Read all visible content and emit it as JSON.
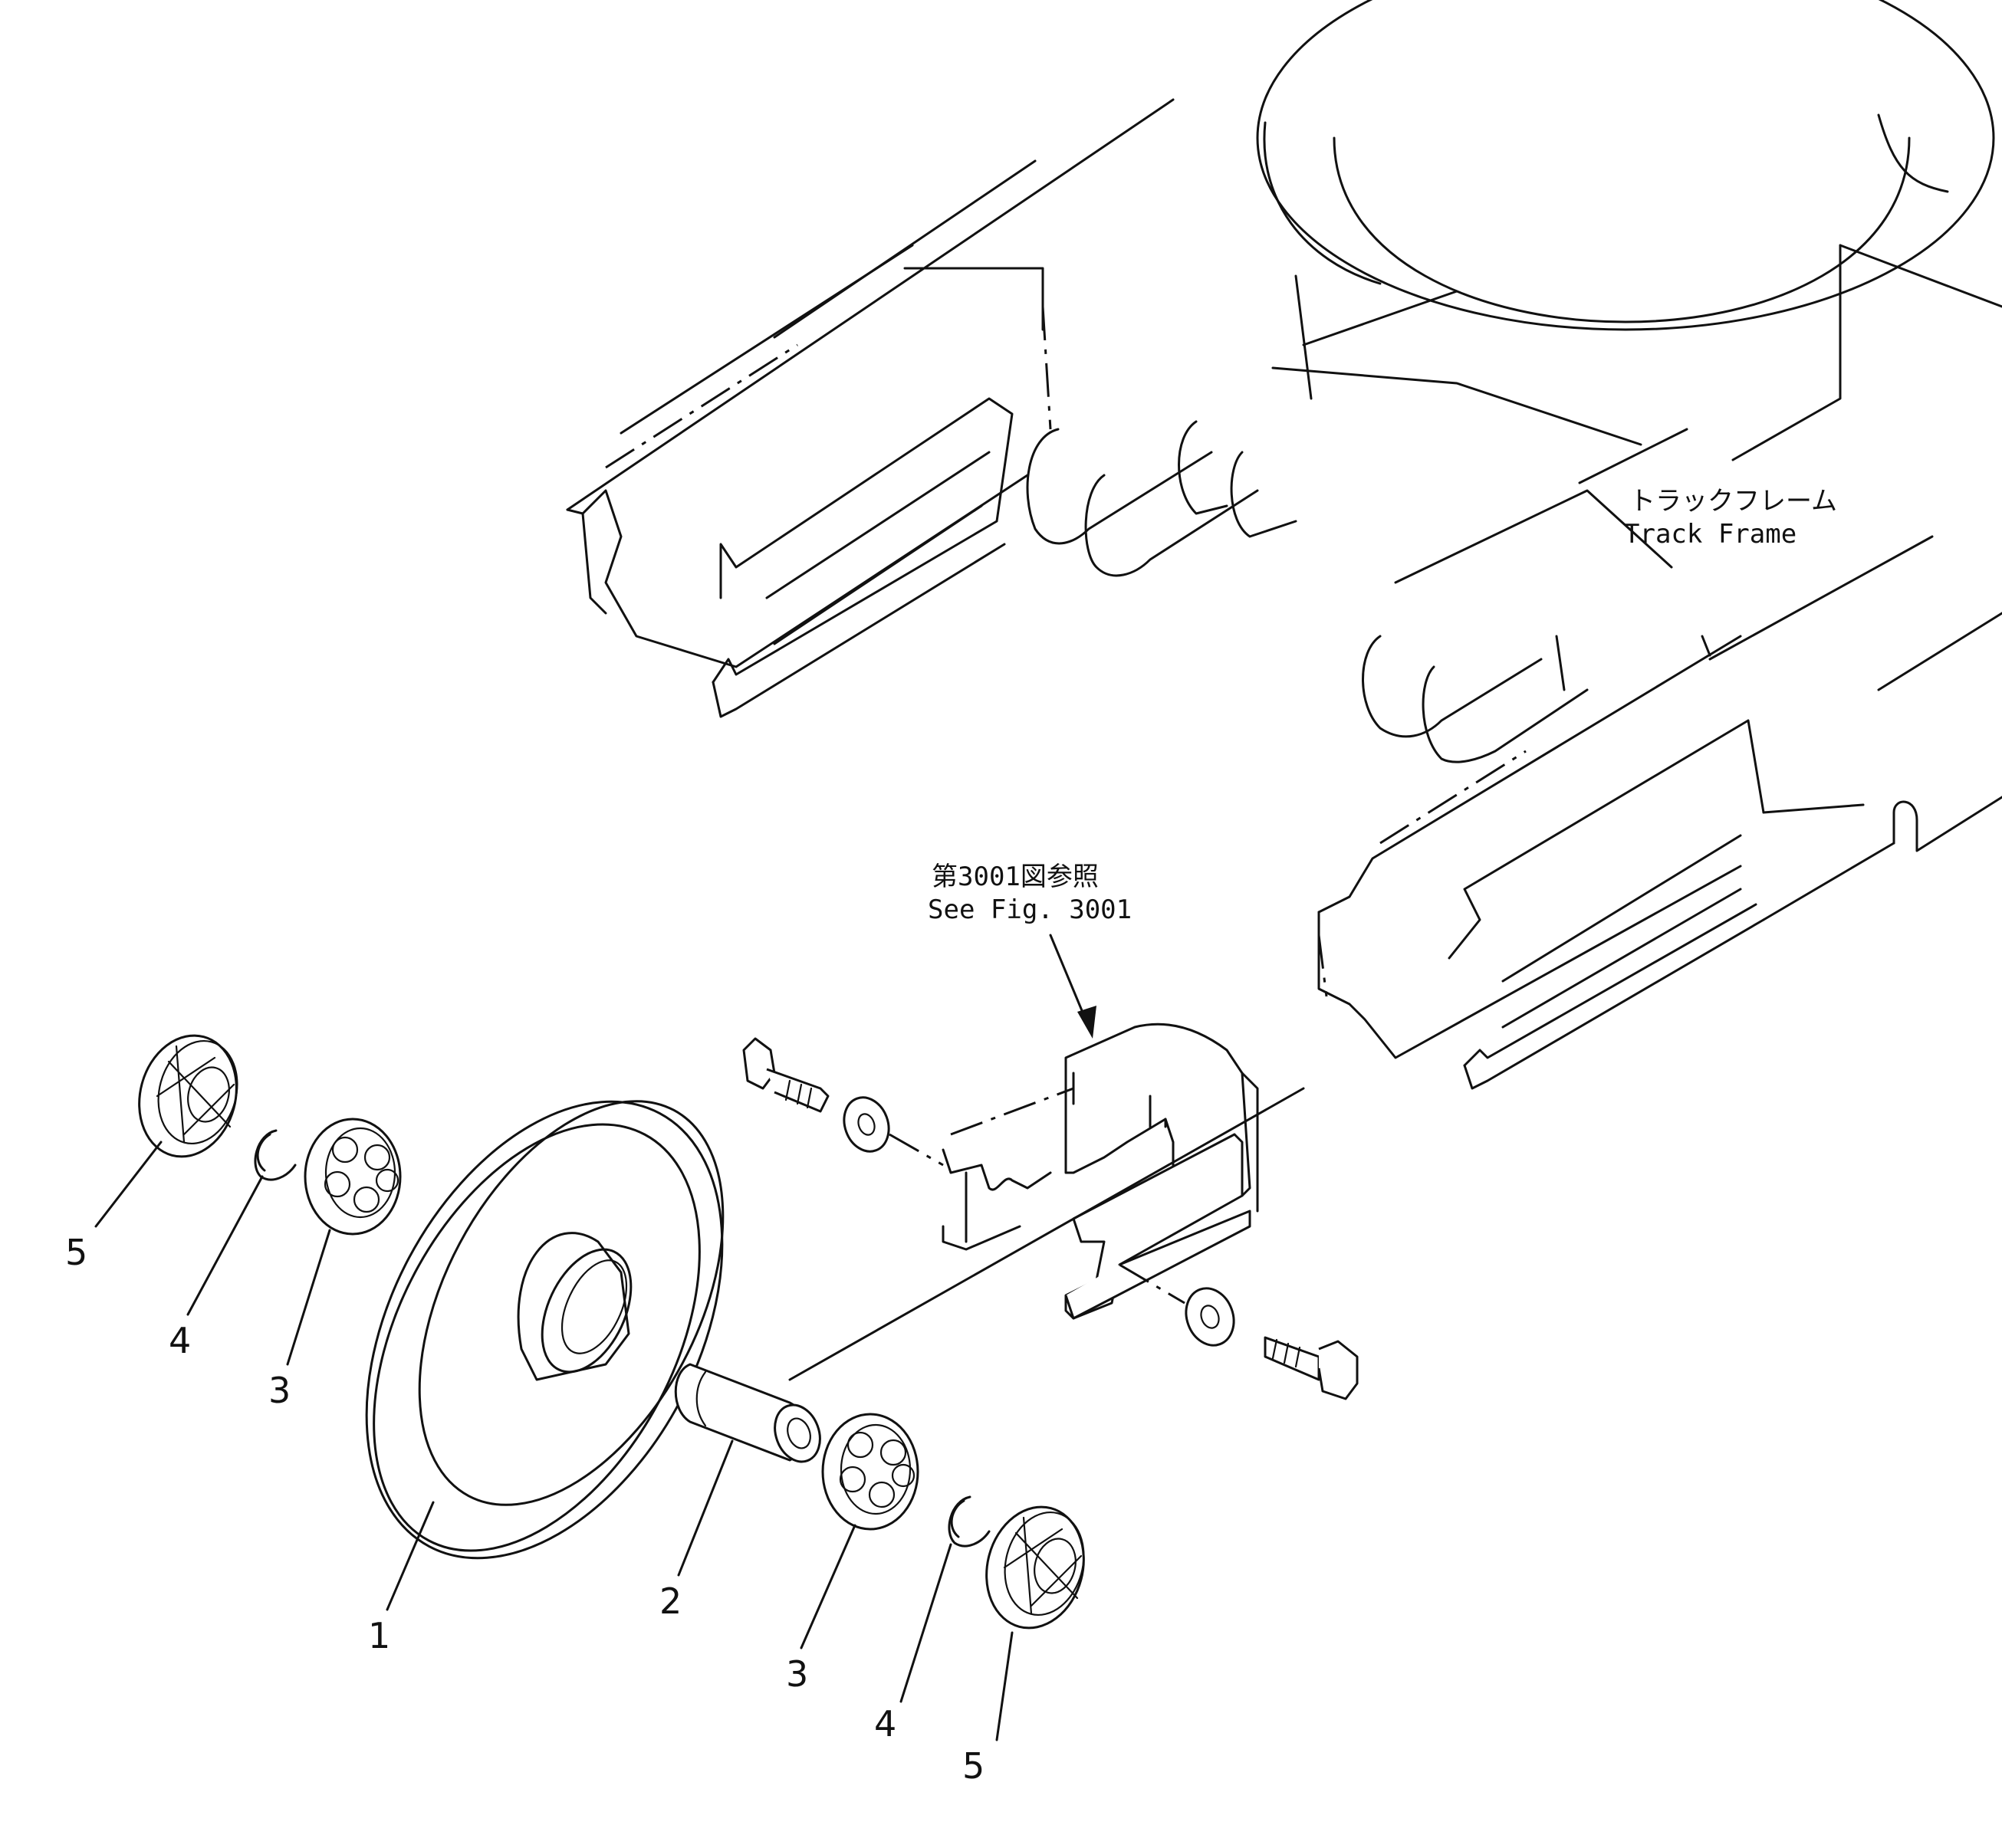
{
  "annotations": {
    "track_frame_jp": "トラックフレーム",
    "track_frame_en": "Track Frame",
    "see_fig_jp": "第3001図参照",
    "see_fig_en": "See Fig. 3001"
  },
  "callouts": [
    {
      "id": "part-1",
      "label": "1"
    },
    {
      "id": "part-2",
      "label": "2"
    },
    {
      "id": "part-3a",
      "label": "3"
    },
    {
      "id": "part-3b",
      "label": "3"
    },
    {
      "id": "part-4a",
      "label": "4"
    },
    {
      "id": "part-4b",
      "label": "4"
    },
    {
      "id": "part-5a",
      "label": "5"
    },
    {
      "id": "part-5b",
      "label": "5"
    }
  ]
}
